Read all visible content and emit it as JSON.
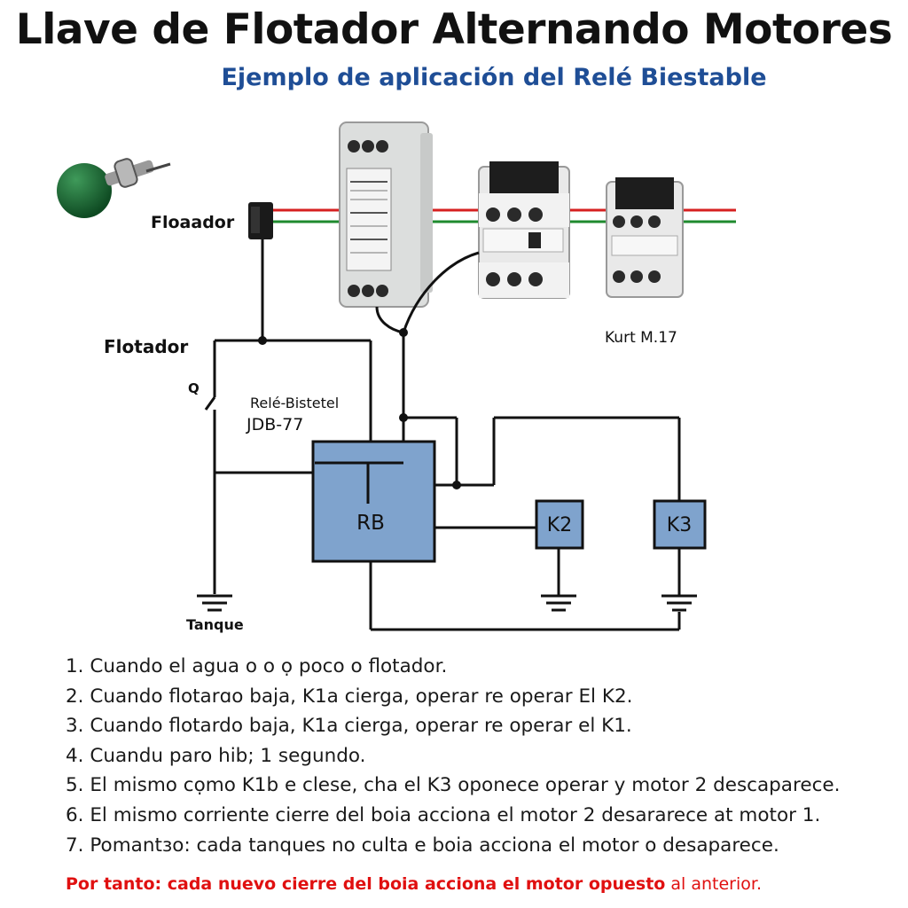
{
  "header": {
    "title": "Llave de Flotador Alternando Motores",
    "subtitle": "Ejemplo de aplicación del Relé Biestable"
  },
  "diagram": {
    "labels": {
      "float_top": "Floaador",
      "float_left": "Flotador",
      "switch": "Q",
      "relay_line1": "Relé-Bistetel",
      "relay_line2": "JDB-77",
      "relay_block": "RB",
      "k2": "K2",
      "k3": "K3",
      "tank": "Tanque",
      "product": "Kurt M.17"
    },
    "colors": {
      "wire_red": "#d62020",
      "wire_green": "#1e8a2e",
      "relay_fill": "#7fa3cd",
      "subtitle": "#1f4e96",
      "conclusion": "#e01010"
    }
  },
  "steps": [
    "1. Cuando el agua o o ọ poco o flotador.",
    "2. Cuando flotarɑo baja, K1a cierga, operar re operar El K2.",
    "3. Cuando flotardo baja, K1a cierga, operar re operar el K1.",
    "4. Cuandu paro hib; 1 segundo.",
    "5. El mismo cọmo K1b e clese, cha el K3 oponece operar y motor 2 descaparece.",
    "6. El mismo corriente cierre del boia acciona el motor 2 desararece at motor 1.",
    "7. Pomantɜo: cada tanques no culta e boia acciona el motor o desaparece."
  ],
  "conclusion": {
    "part1": "Por tanto: cada nuevo cierre del boia acciona el motor opuesto",
    "part2": " al anterior."
  }
}
